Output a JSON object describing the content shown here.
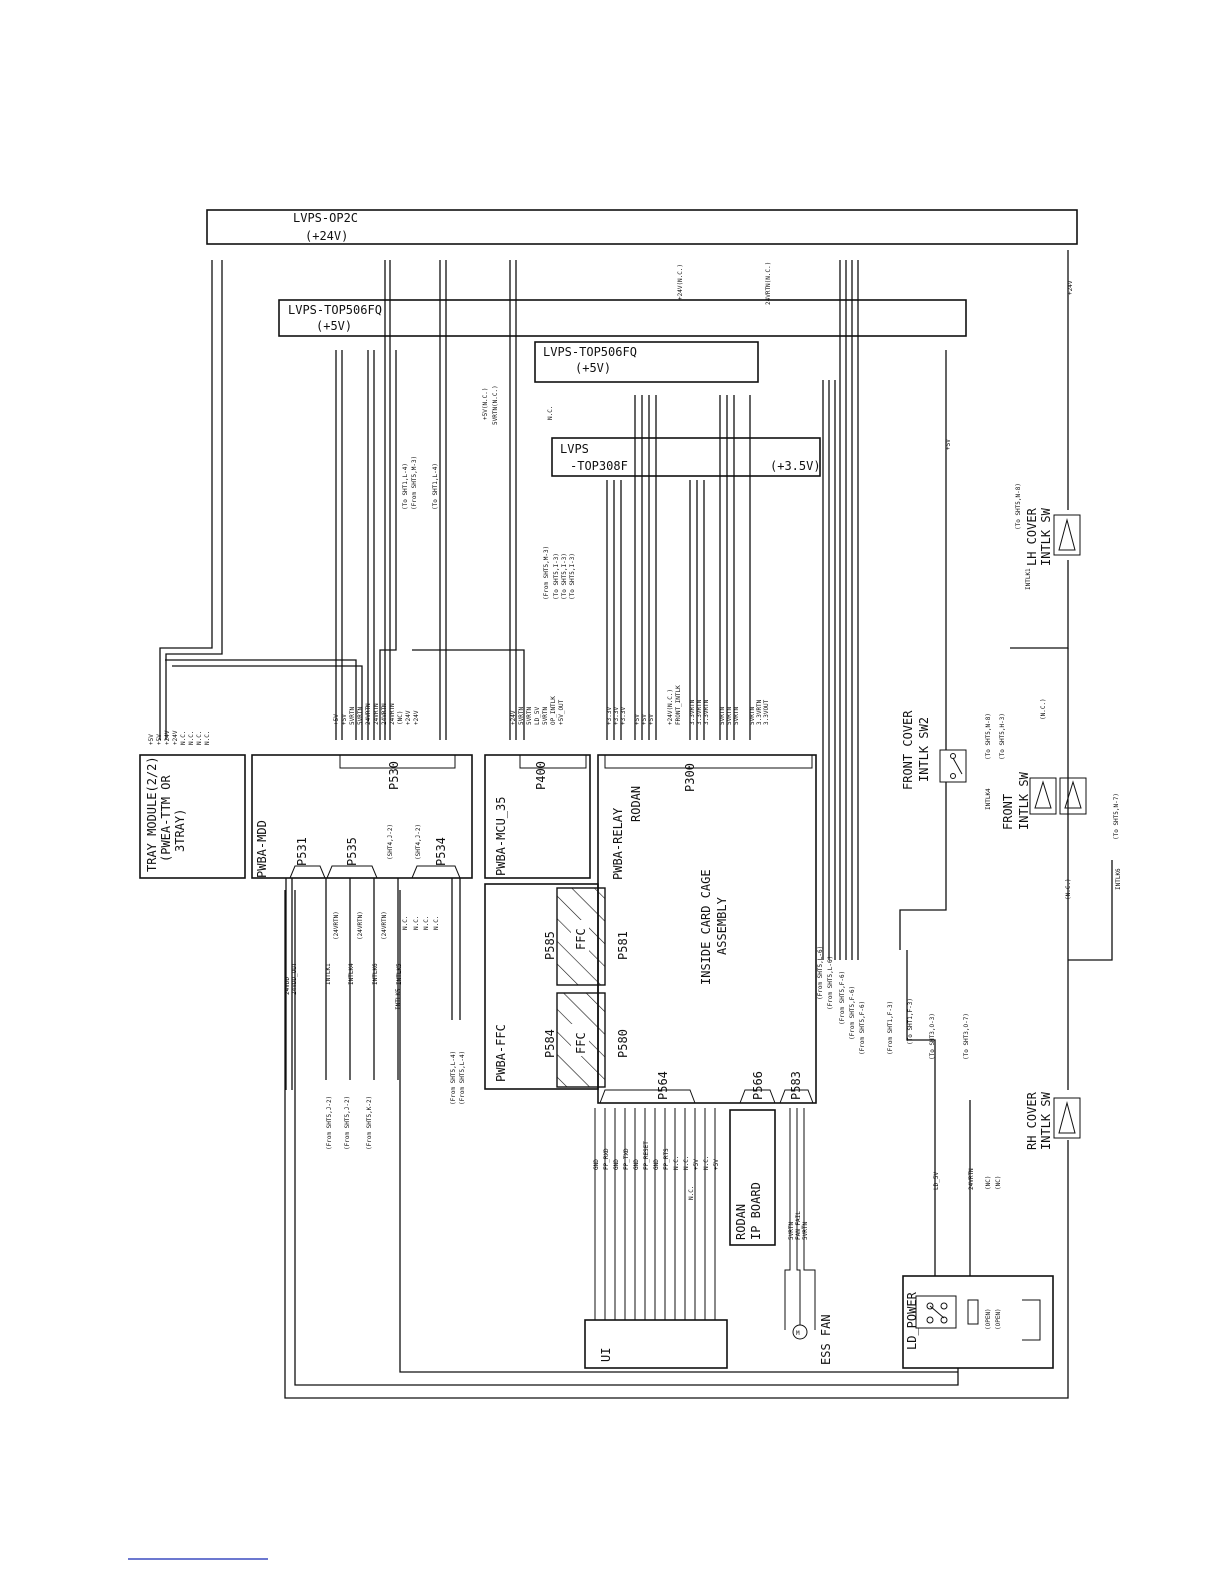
{
  "power_supplies": {
    "op2c": {
      "name": "LVPS-OP2C",
      "voltage": "(+24V)"
    },
    "top506fq_a": {
      "name": "LVPS-TOP506FQ",
      "voltage": "(+5V)"
    },
    "top506fq_b": {
      "name": "LVPS-TOP506FQ",
      "voltage": "(+5V)"
    },
    "top308f": {
      "name": "LVPS",
      "model": "-TOP308F",
      "voltage": "(+3.5V)"
    }
  },
  "boards": {
    "tray_module": {
      "line1": "TRAY MODULE(2/2)",
      "line2": "(PWEA-TTM OR",
      "line3": "3TRAY)"
    },
    "pwba_mdd": {
      "name": "PWBA-MDD",
      "connectors": [
        "P531",
        "P535",
        "P534",
        "P530"
      ]
    },
    "pwba_mcu": {
      "name": "PWBA-MCU_35",
      "connector": "P400"
    },
    "pwba_relay": {
      "name": "PWBA-RELAY",
      "sub": "RODAN",
      "connectors": [
        "P300",
        "P581",
        "P580",
        "P564",
        "P566",
        "P583"
      ]
    },
    "pwba_ffc": {
      "name": "PWBA-FFC",
      "connectors": [
        "P585",
        "P584"
      ],
      "ffc": "FFC"
    },
    "card_cage": {
      "line1": "INSIDE CARD CAGE",
      "line2": "ASSEMBLY"
    },
    "rodan_ip": {
      "line1": "RODAN",
      "line2": "IP BOARD"
    },
    "ui": {
      "name": "UI"
    },
    "ld_power": {
      "name": "LD_POWER",
      "open1": "(OPEN)",
      "open2": "(OPEN)"
    },
    "ess_fan": {
      "name": "ESS FAN"
    }
  },
  "switches": {
    "front_cover_sw2": {
      "line1": "FRONT COVER",
      "line2": "INTLK SW2"
    },
    "front_intlk": {
      "line1": "FRONT",
      "line2": "INTLK SW"
    },
    "lh_cover": {
      "line1": "LH COVER",
      "line2": "INTLK SW"
    },
    "rh_cover": {
      "line1": "RH COVER",
      "line2": "INTLK SW"
    }
  },
  "signals": {
    "tray": [
      "+5V",
      "+5V",
      "+24V",
      "+24V",
      "N.C.",
      "N.C.",
      "N.C.",
      "N.C."
    ],
    "mdd_p530": [
      "+5V",
      "+5V",
      "5VRTN",
      "5VRTN",
      "24VRTN",
      "24VRTN",
      "24VRTN",
      "24VRTN",
      "(NC)",
      "+24V",
      "+24V"
    ],
    "mcu_p400": [
      "+24V",
      "5VRTN",
      "5VRTN",
      "LD_5V",
      "5VRTN",
      "OP_INTLK",
      "+5V_OUT"
    ],
    "relay_p300": [
      "+3.3V",
      "+3.3V",
      "+3.3V",
      "+5V",
      "+5V",
      "+5V",
      "+24V(N.C.)",
      "FRONT_INTLK",
      "3.3VRTN",
      "3.3VRTN",
      "3.3VRTN",
      "5VRTN",
      "5VRTN",
      "5VRTN",
      "5VRTN",
      "3.3VRTN",
      "3.3VOUT"
    ],
    "p564": [
      "GND",
      "FP_RXD",
      "GND",
      "FP_TXD",
      "GND",
      "FP_RESET",
      "GND",
      "FP_RTS",
      "N.C.",
      "N.C.",
      "+5V",
      "N.C.",
      "+5V"
    ],
    "ld": [
      "LD_5V",
      "24VRTN",
      "(NC)",
      "(NC)"
    ],
    "p531": [
      "24VDD",
      "24VDD_OUT"
    ],
    "p535": [
      "INTLK1",
      "INTLK4",
      "INTLK6",
      "INTLK5"
    ],
    "p534": [
      "N.C.",
      "N.C.",
      "N.C.",
      "N.C."
    ],
    "p583": [
      "5VRTN",
      "FAN_FAIL",
      "5VRTN"
    ]
  },
  "refs": {
    "mdd_left": [
      "(From SHT5,J-2)",
      "(From SHT5,J-2)",
      "(From SHT5,K-2)"
    ],
    "p534": [
      "(From SHT5,L-4)",
      "(From SHT5,L-4)"
    ],
    "mcu": [
      "(From SHT5,M-3)",
      "(To SHT5,I-3)",
      "(To SHT5,I-3)",
      "(To SHT5,I-3)"
    ],
    "mdd_top": [
      "(To SHT1,L-4)",
      "(From SHT5,M-3)",
      "(To SHT1,L-4)"
    ],
    "relay": [
      "(From SHT5,L-6)",
      "(From SHT5,L-6)",
      "(From SHT5,F-6)",
      "(From SHT5,F-6)",
      "(From SHT5,F-6)"
    ],
    "ld": [
      "(From SHT1,F-3)",
      "(To SHT1,F-3)",
      "(To SHT3,O-3)",
      "(To SHT3,O-7)"
    ],
    "switches": [
      "(To SHT5,N-8)",
      "(To SHT5,H-3)",
      "(To SHT5,N-7)",
      "(To SHT5,N-8)"
    ],
    "sht4": [
      "(SHT4,J-2)",
      "(SHT4,J-2)"
    ]
  },
  "side_labels": {
    "p2v": "+5V(N.C.)",
    "p2v2": "5VRTN(N.C.)",
    "nc": "N.C.",
    "plus24": "+24V(N.C.)",
    "rtn24": "24VRTN(N.C.)",
    "v5": "+5V",
    "v24": "+24V",
    "n_c": "(N.C.)",
    "n_c2": "(N.C.)",
    "intlk4": "INTLK4",
    "intlk6": "INTLK6",
    "intlk1": "INTLK1",
    "intlk5": "INTLK5",
    "r1": "(24VRTN)",
    "r2": "(24VRTN)",
    "r3": "(24VRTN)",
    "nc_p564": "N.C."
  }
}
